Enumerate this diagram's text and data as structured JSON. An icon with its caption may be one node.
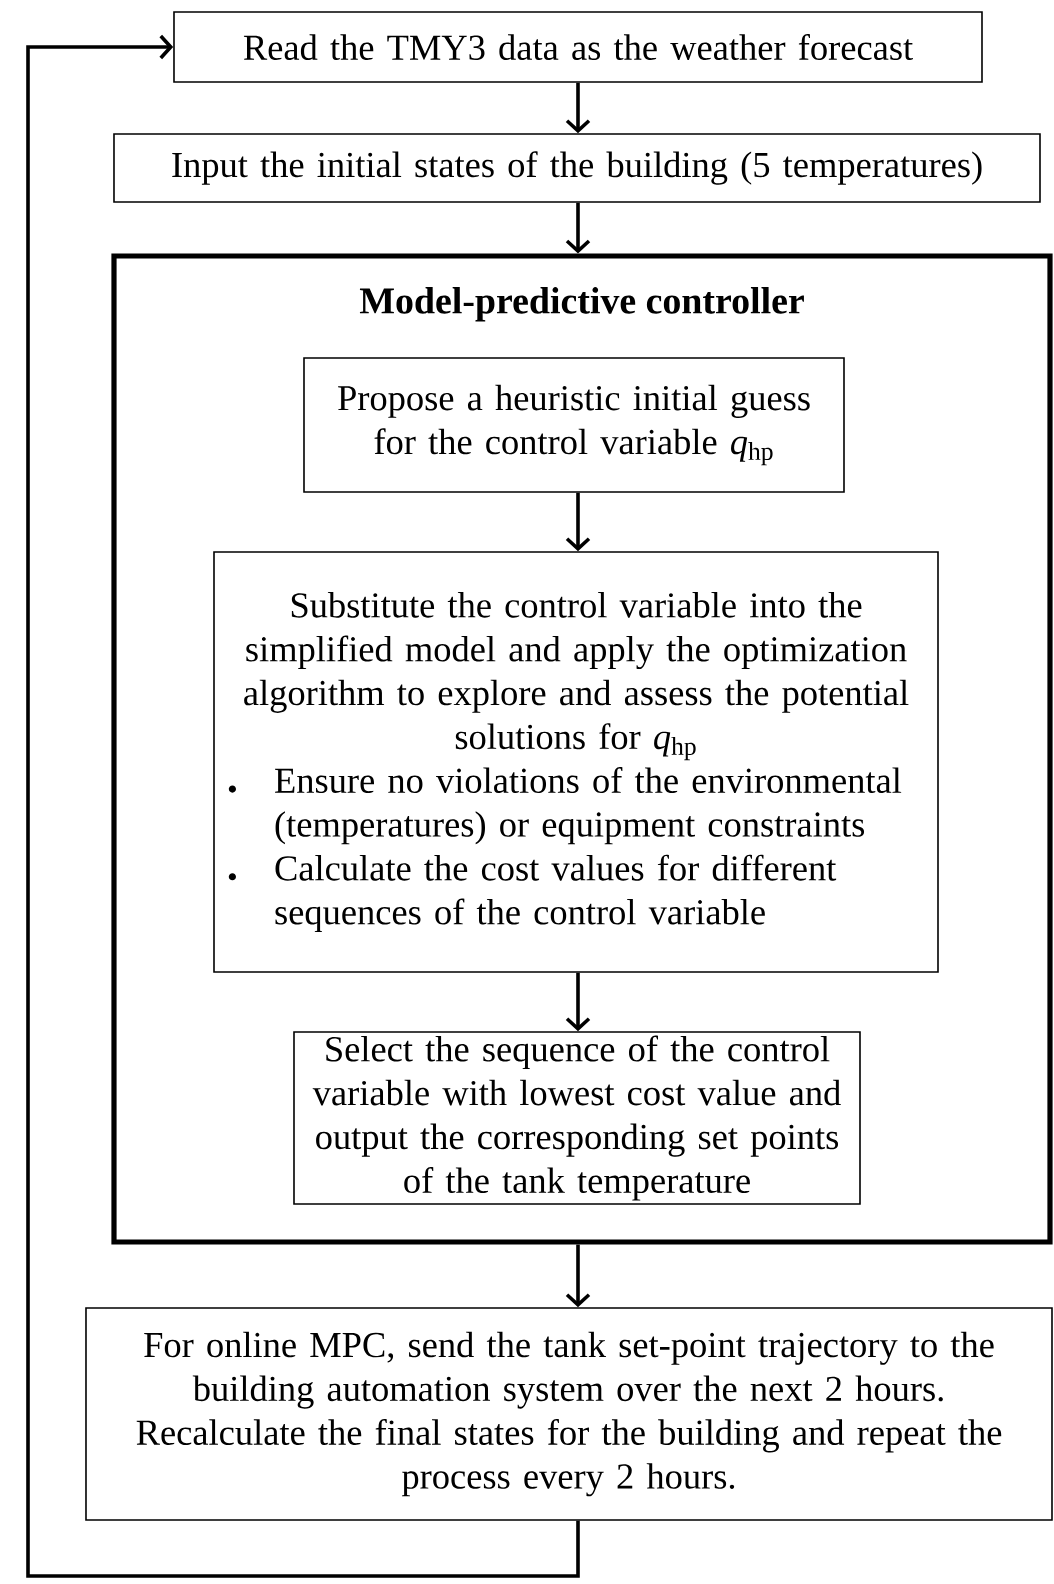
{
  "diagram": {
    "nodes": [
      {
        "text": [
          "Read the TMY3 data as the weather forecast"
        ]
      },
      {
        "text": [
          "Input the initial states of the building (5 temperatures)"
        ]
      },
      {
        "text": [
          "Model-predictive controller"
        ]
      },
      {
        "text": [
          "Propose a heuristic initial guess for the control variable *q*$_{hp}$"
        ],
        "in": 2
      },
      {
        "text": [
          "Substitute the control variable into the simplified model and apply the optimization algorithm to explore and assess the potential solutions for *q*$_{hp}$",
          "Ensure no violations of the environmental (temperatures) or equipment constraints",
          "Calculate the cost values for different sequences of the control variable"
        ],
        "in": 2
      },
      {
        "text": [
          "Select the sequence of the control variable with lowest cost value and output the corresponding set points of the tank temperature"
        ],
        "in": 2
      },
      {
        "text": [
          "For online MPC, send the tank set-point trajectory to the building automation system over the next 2 hours. Recalculate the final states for the building and repeat the process every 2 hours."
        ]
      }
    ],
    "edges": [
      {
        "from": 0,
        "to": 1,
        "arrow": "to"
      },
      {
        "from": 1,
        "to": 2,
        "arrow": "to"
      },
      {
        "from": 3,
        "to": 4,
        "arrow": "to"
      },
      {
        "from": 4,
        "to": 5,
        "arrow": "to"
      },
      {
        "from": 2,
        "to": 6,
        "arrow": "to"
      },
      {
        "from": 6,
        "to": 0,
        "arrow": "to"
      }
    ]
  }
}
